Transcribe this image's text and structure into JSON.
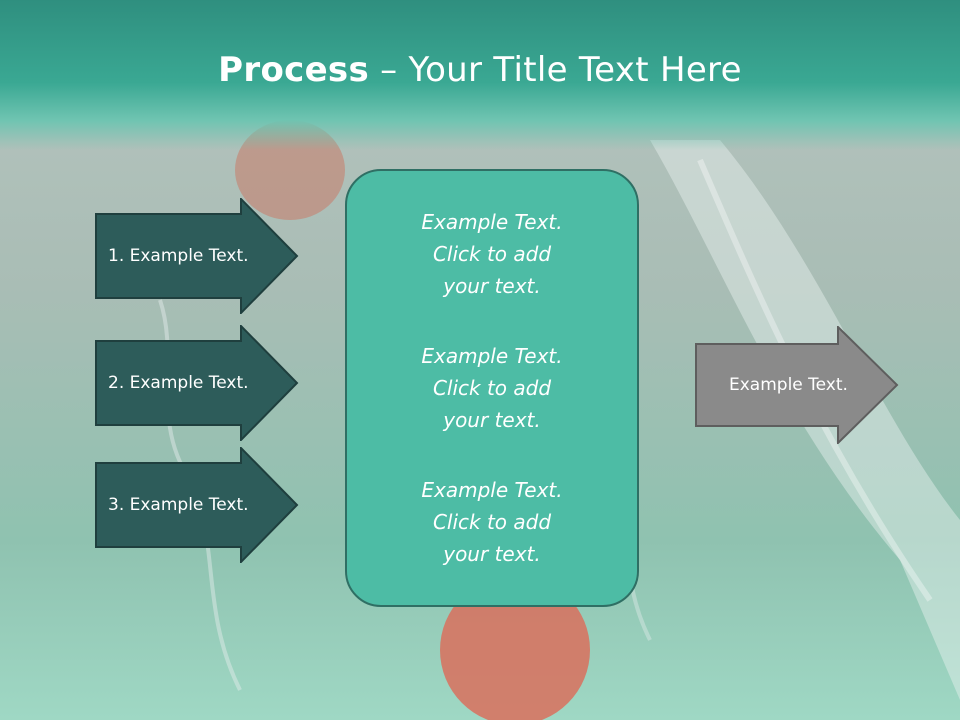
{
  "slide": {
    "title_bold": "Process",
    "title_rest": " – Your Title Text Here"
  },
  "left_arrows": [
    {
      "label": "1. Example Text."
    },
    {
      "label": "2. Example Text."
    },
    {
      "label": "3. Example Text."
    }
  ],
  "center_box": {
    "paragraphs": [
      "Example Text.\nClick  to add\nyour text.",
      "Example Text.\nClick  to add\nyour text.",
      "Example Text.\nClick  to add\nyour text."
    ]
  },
  "right_arrow": {
    "label": "Example Text."
  },
  "colors": {
    "header": "#3aa893",
    "left_arrow_fill": "#2d5c5a",
    "center_box_fill": "#4dbca5",
    "right_arrow_fill": "#8a8a8a"
  }
}
